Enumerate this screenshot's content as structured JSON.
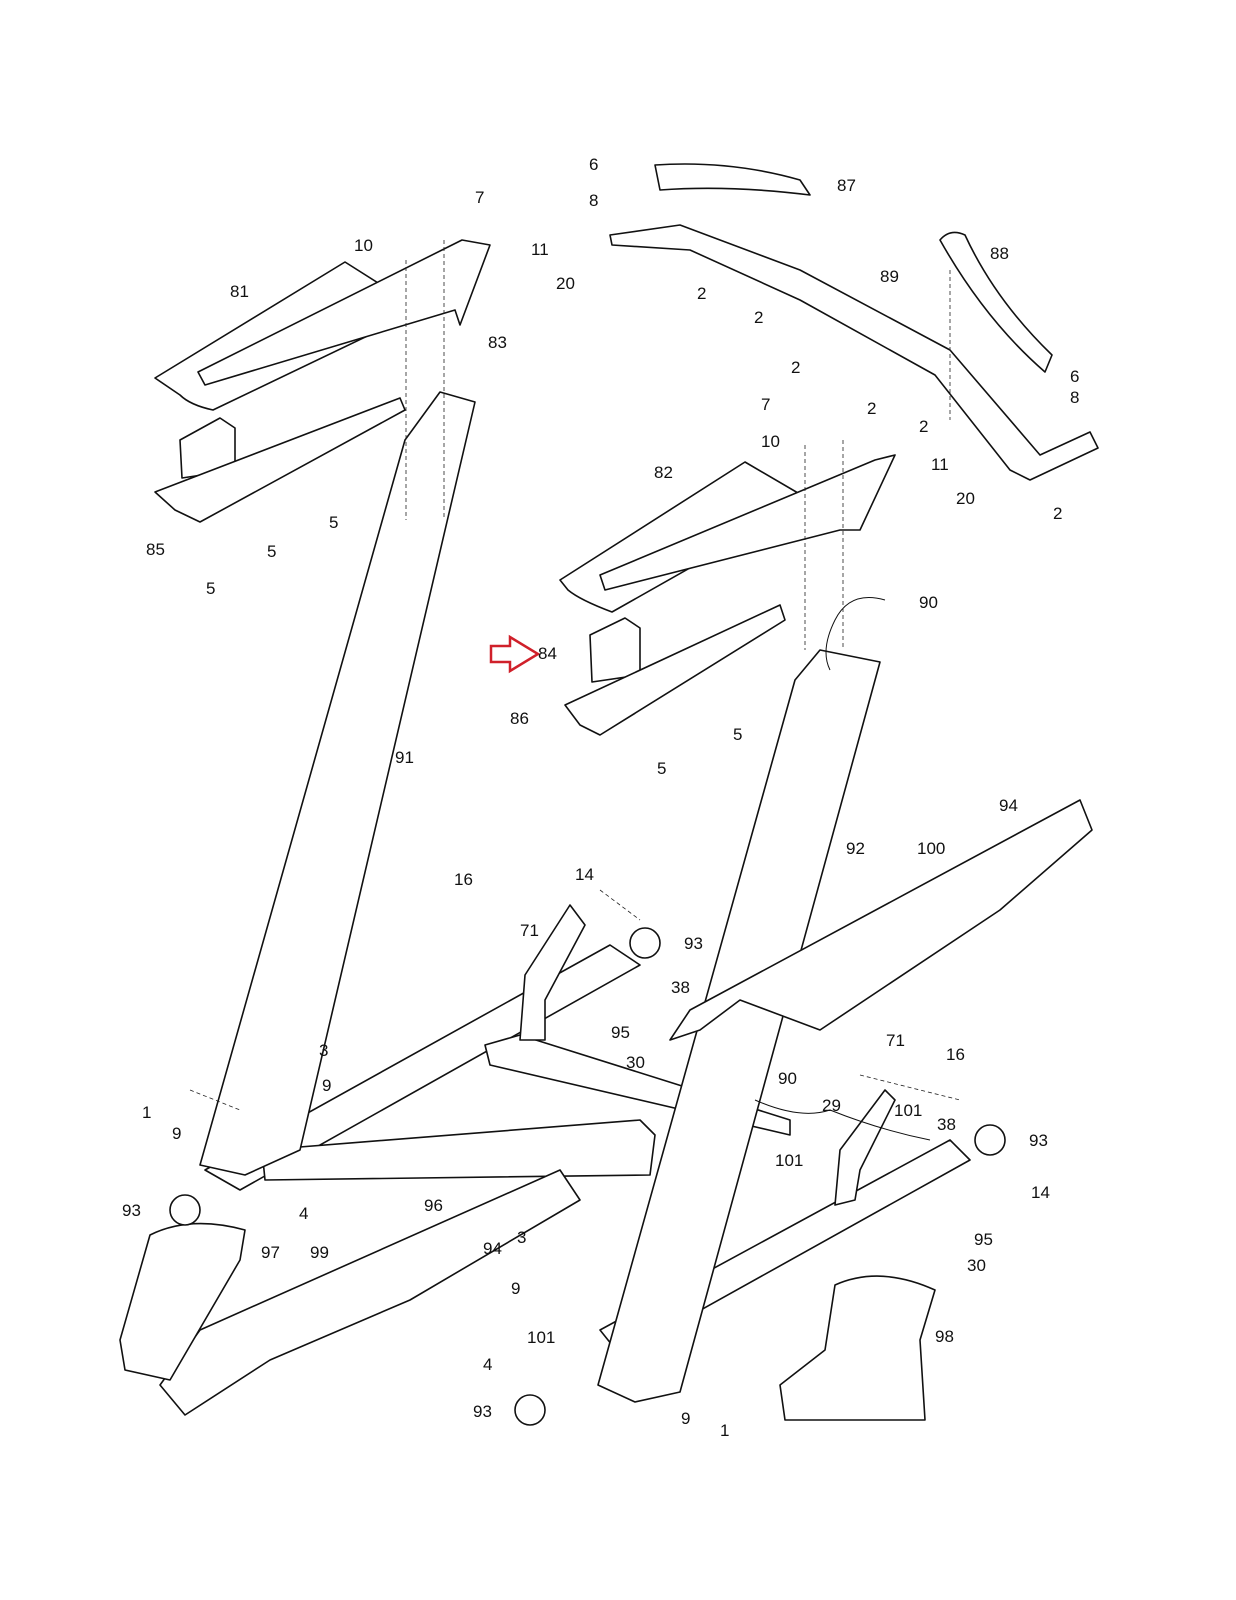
{
  "diagram": {
    "highlight_color": "#d0202a",
    "highlighted_part": "84",
    "labels": [
      "7",
      "10",
      "11",
      "20",
      "81",
      "83",
      "85",
      "5",
      "5",
      "5",
      "6",
      "87",
      "8",
      "2",
      "2",
      "89",
      "88",
      "2",
      "6",
      "8",
      "7",
      "2",
      "2",
      "10",
      "11",
      "20",
      "82",
      "2",
      "90",
      "84",
      "86",
      "5",
      "5",
      "91",
      "92",
      "100",
      "94",
      "16",
      "14",
      "71",
      "93",
      "38",
      "95",
      "30",
      "3",
      "9",
      "1",
      "9",
      "71",
      "16",
      "90",
      "29",
      "101",
      "38",
      "93",
      "101",
      "14",
      "93",
      "4",
      "96",
      "95",
      "3",
      "97",
      "99",
      "94",
      "30",
      "9",
      "101",
      "98",
      "4",
      "93",
      "9",
      "1"
    ]
  }
}
